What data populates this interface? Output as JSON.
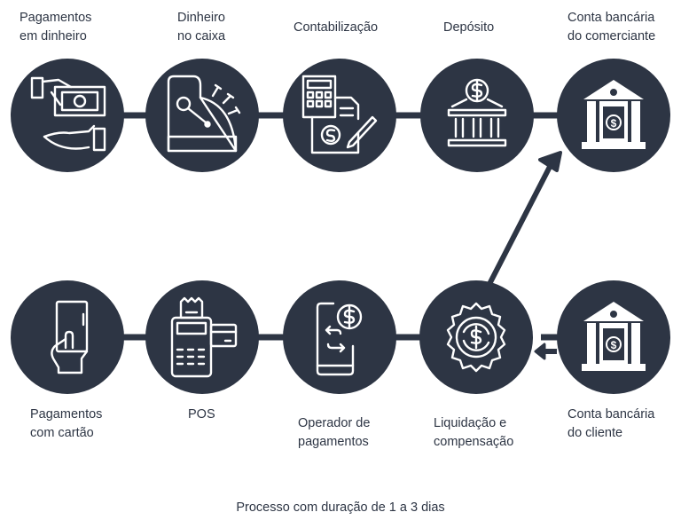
{
  "colors": {
    "node": "#2d3544",
    "icon": "#ffffff",
    "text": "#2d3544"
  },
  "top_row": [
    {
      "lines": [
        "Pagamentos",
        "em dinheiro"
      ],
      "icon": "cash-payment-icon"
    },
    {
      "lines": [
        "Dinheiro",
        "no caixa"
      ],
      "icon": "cash-register-icon"
    },
    {
      "lines": [
        "Contabilização"
      ],
      "icon": "accounting-icon"
    },
    {
      "lines": [
        "Depósito"
      ],
      "icon": "bank-deposit-icon"
    },
    {
      "lines": [
        "Conta bancária",
        "do comerciante"
      ],
      "icon": "bank-account-icon"
    }
  ],
  "bottom_row": [
    {
      "lines": [
        "Pagamentos",
        "com cartão"
      ],
      "icon": "card-payment-icon"
    },
    {
      "lines": [
        "POS"
      ],
      "icon": "pos-terminal-icon"
    },
    {
      "lines": [
        "Operador de",
        "pagamentos"
      ],
      "icon": "payment-operator-icon"
    },
    {
      "lines": [
        "Liquidação e",
        "compensação"
      ],
      "icon": "settlement-icon"
    },
    {
      "lines": [
        "Conta bancária",
        "do cliente"
      ],
      "icon": "bank-account-icon"
    }
  ],
  "footer": "Processo com duração de 1 a 3 dias"
}
